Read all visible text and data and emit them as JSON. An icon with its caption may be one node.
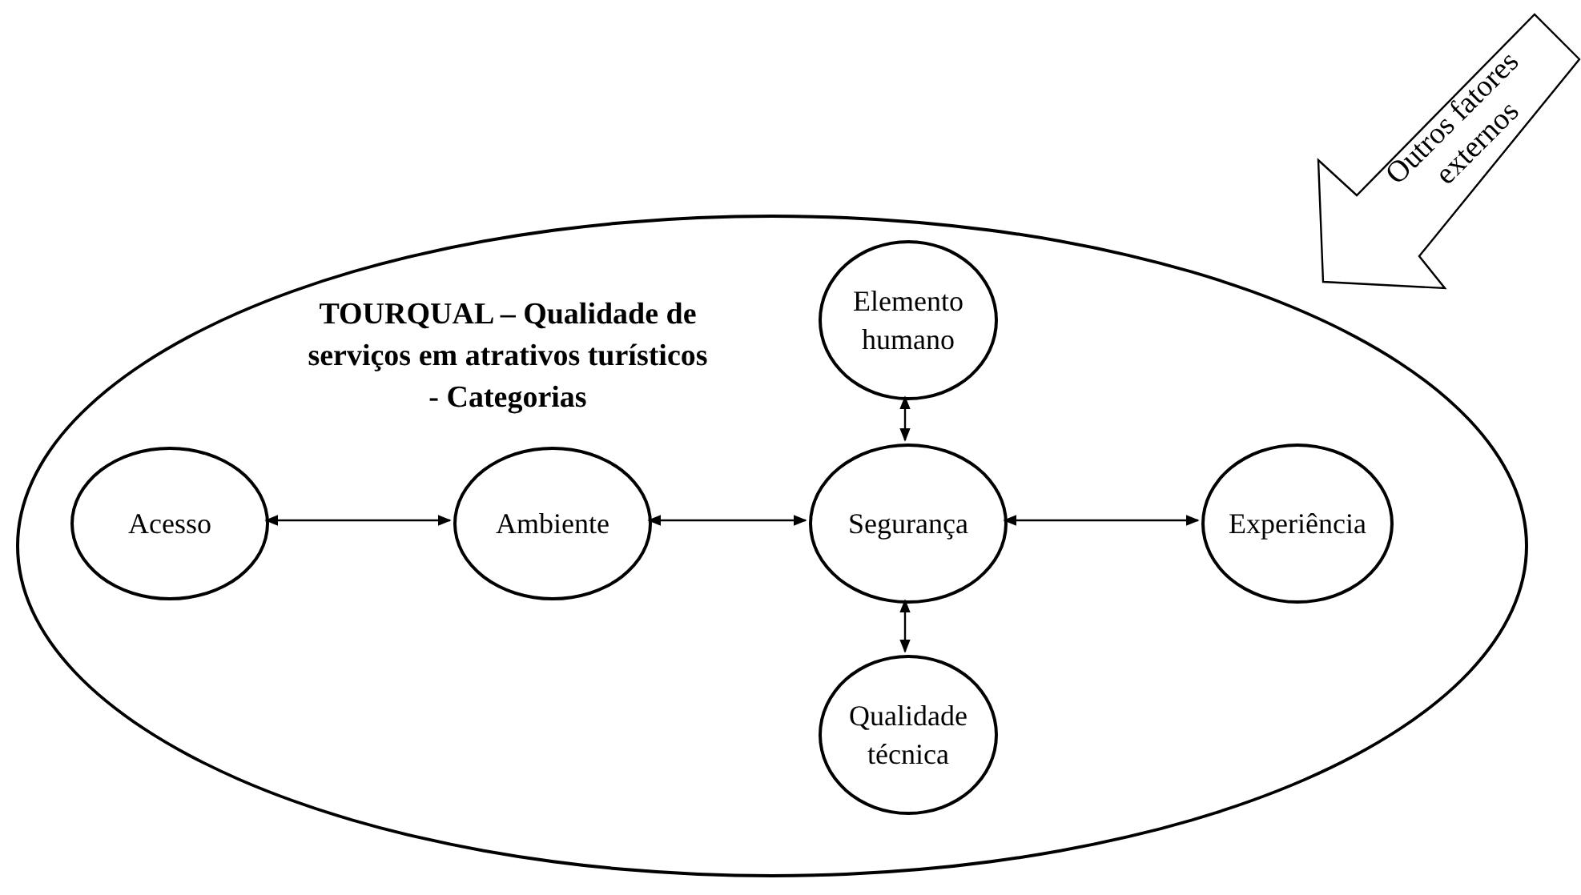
{
  "diagram": {
    "nodes": [
      {
        "text": [
          "TOURQUAL – Qualidade de serviços em atrativos turísticos - Categorias"
        ]
      },
      {
        "text": [
          "Elemento humano"
        ],
        "in": 0
      },
      {
        "text": [
          "Acesso"
        ],
        "in": 0
      },
      {
        "text": [
          "Ambiente"
        ],
        "in": 0
      },
      {
        "text": [
          "Segurança"
        ],
        "in": 0
      },
      {
        "text": [
          "Experiência"
        ],
        "in": 0
      },
      {
        "text": [
          "Qualidade técnica"
        ],
        "in": 0
      },
      {
        "text": [
          "Outros fatores externos"
        ]
      }
    ],
    "edges": [
      {
        "from": 2,
        "to": 3,
        "arrow": "both"
      },
      {
        "from": 3,
        "to": 4,
        "arrow": "both"
      },
      {
        "from": 4,
        "to": 5,
        "arrow": "both"
      },
      {
        "from": 4,
        "to": 1,
        "arrow": "both"
      },
      {
        "from": 4,
        "to": 6,
        "arrow": "both"
      }
    ]
  }
}
